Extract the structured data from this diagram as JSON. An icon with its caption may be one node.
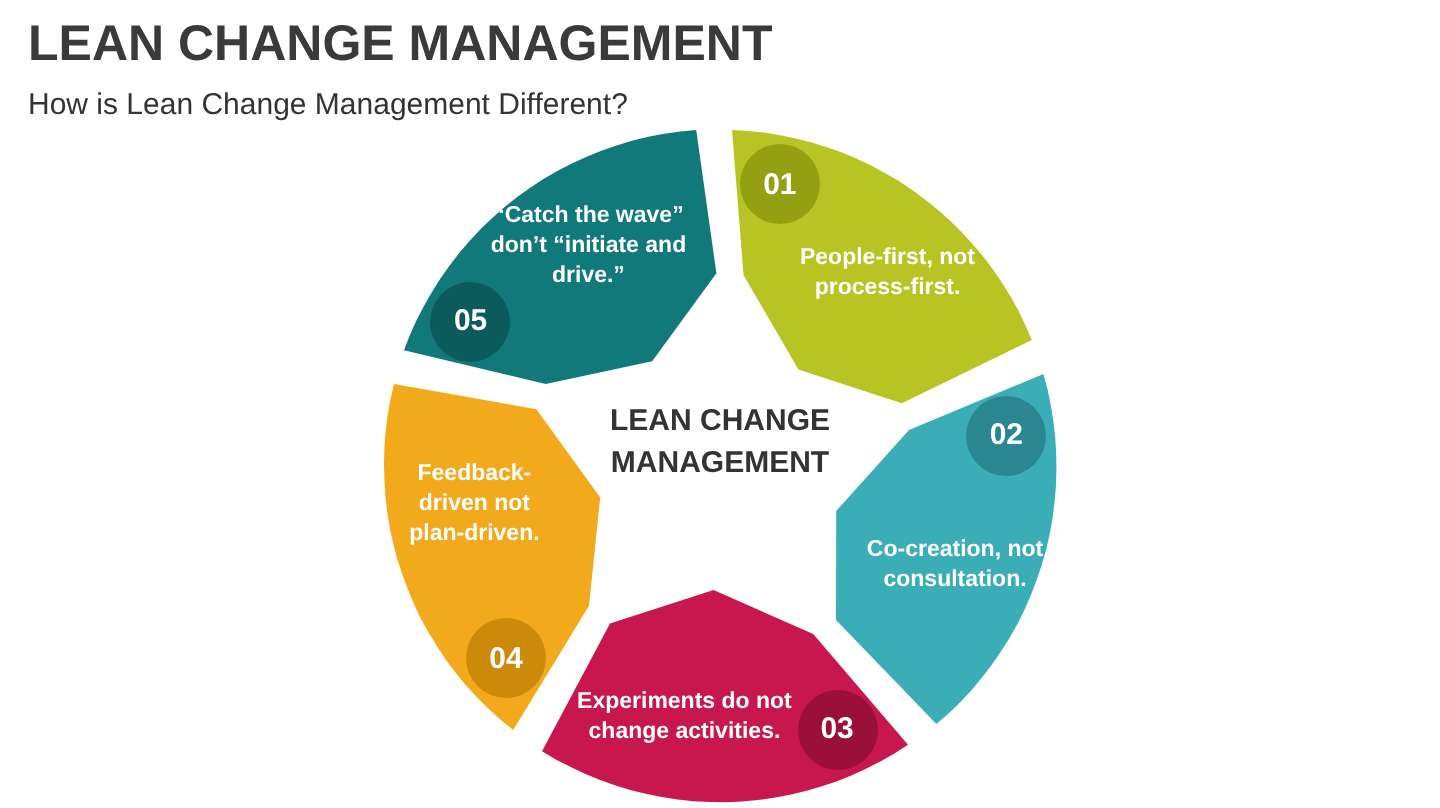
{
  "diagram": {
    "title": "LEAN CHANGE MANAGEMENT",
    "nodes": [
      {
        "text": [
          "LEAN CHANGE MANAGEMENT"
        ]
      },
      {
        "text": [
          "01",
          "People-first, not process-first."
        ]
      },
      {
        "text": [
          "02",
          "Co-creation, not consultation."
        ]
      },
      {
        "text": [
          "Experiments do not change activities.",
          "03"
        ]
      },
      {
        "text": [
          "Feedback-driven not plan-driven.",
          "04"
        ]
      },
      {
        "text": [
          "05",
          "“Catch the wave” don’t “initiate and drive.”"
        ]
      }
    ],
    "labels": [
      "How is Lean Change Management Different?"
    ]
  }
}
